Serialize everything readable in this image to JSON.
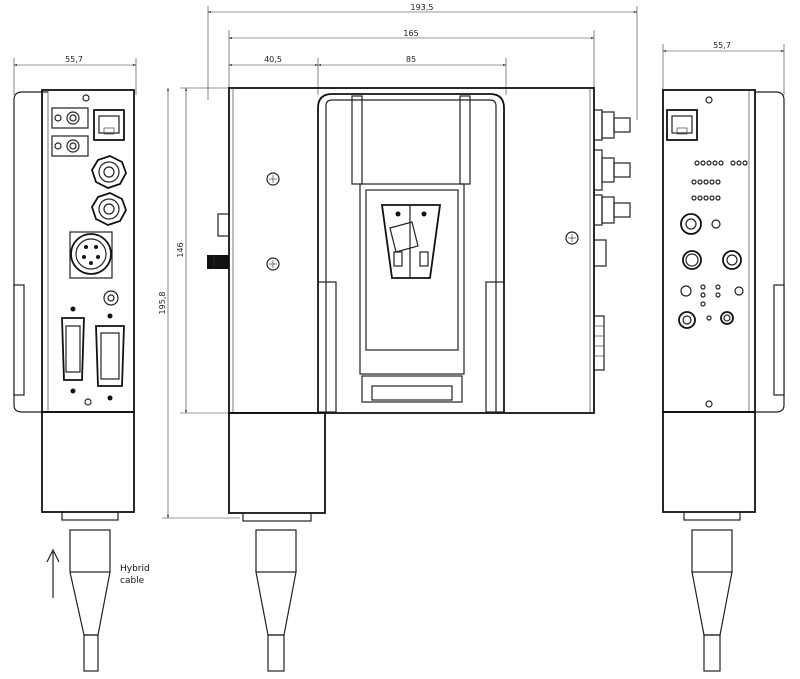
{
  "dimensions": {
    "left_width": "55,7",
    "right_width": "55,7",
    "overall_width": "193,5",
    "body_width": "165",
    "left_offset": "40,5",
    "plate_width": "85",
    "body_height": "146",
    "overall_height": "195,8"
  },
  "annotation": {
    "line1": "Hybrid",
    "line2": "cable"
  },
  "icons": {
    "direction_arrow": "arrow-up-icon",
    "screws": "cross-screw-icon",
    "ethernet": "rj45-port-icon",
    "xlr": "xlr-connector-icon",
    "dsub": "dsub-connector-icon"
  }
}
